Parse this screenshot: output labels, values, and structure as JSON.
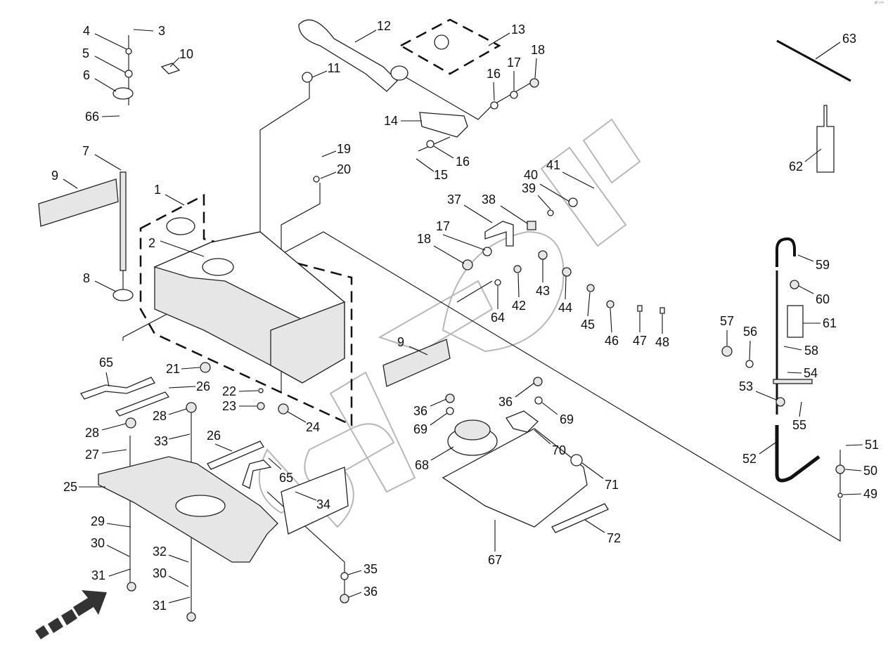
{
  "corner_mark": "ᵍᴰ ⁿⁿⁿ",
  "callouts": [
    "3",
    "4",
    "5",
    "6",
    "66",
    "10",
    "7",
    "9",
    "1",
    "2",
    "8",
    "11",
    "12",
    "13",
    "14",
    "15",
    "16",
    "16",
    "17",
    "18",
    "19",
    "20",
    "21",
    "22",
    "23",
    "24",
    "25",
    "26",
    "26",
    "27",
    "28",
    "28",
    "29",
    "30",
    "31",
    "30",
    "31",
    "32",
    "33",
    "34",
    "35",
    "36",
    "36",
    "36",
    "37",
    "38",
    "39",
    "40",
    "41",
    "42",
    "43",
    "44",
    "45",
    "46",
    "47",
    "48",
    "49",
    "50",
    "51",
    "52",
    "53",
    "54",
    "55",
    "56",
    "57",
    "58",
    "59",
    "60",
    "61",
    "62",
    "63",
    "64",
    "65",
    "65",
    "67",
    "68",
    "69",
    "69",
    "70",
    "71",
    "72",
    "9",
    "17",
    "18"
  ],
  "colors": {
    "line": "#111111",
    "part_fill": "#e6e6e6",
    "watermark": "#b8b8b8",
    "arrow": "#333333"
  },
  "direction_arrow_icon": "front-direction-arrow"
}
